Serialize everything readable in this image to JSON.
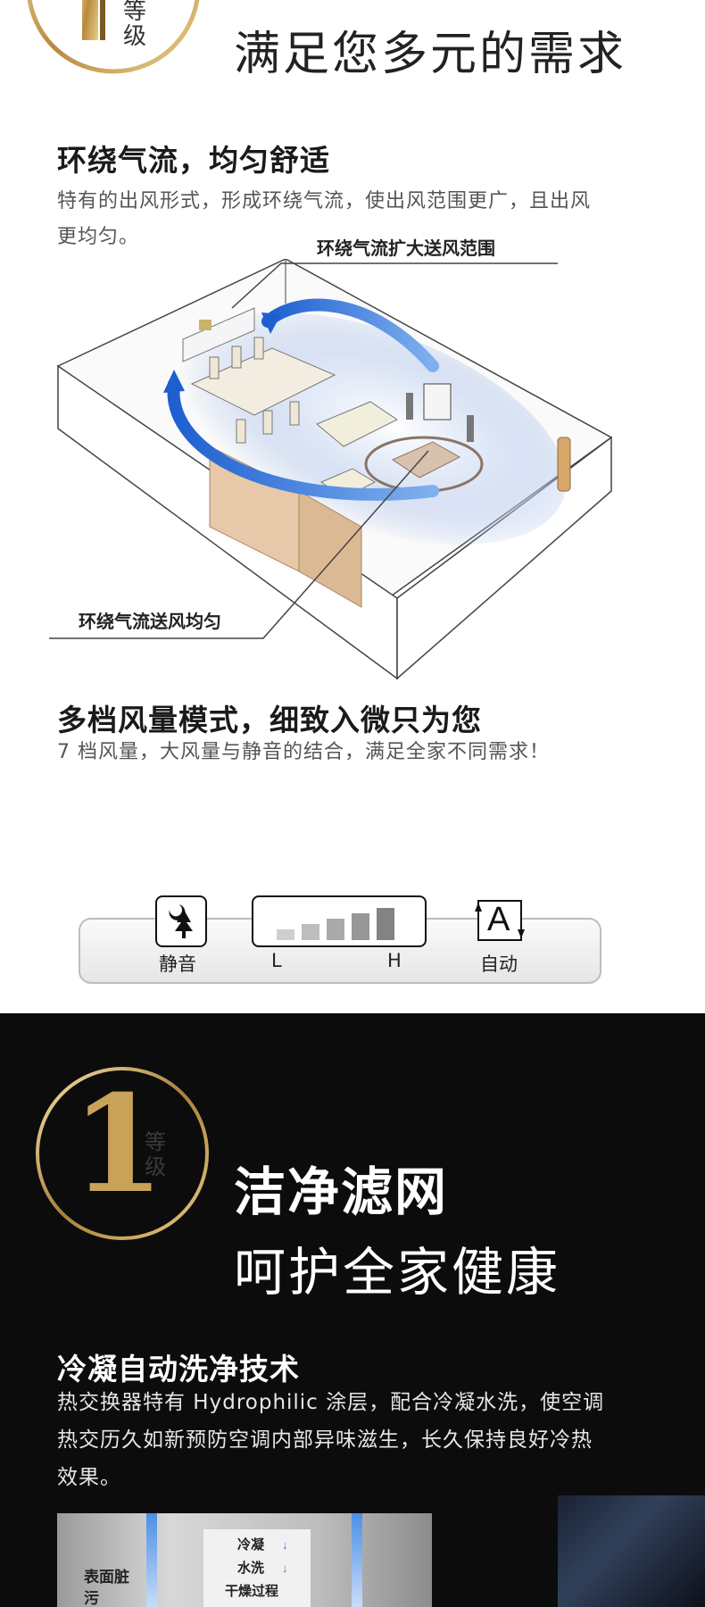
{
  "top": {
    "badge_chars": [
      "等",
      "级"
    ],
    "heading": "满足您多元的需求"
  },
  "section1": {
    "title": "环绕气流，均匀舒适",
    "desc_line1": "特有的出风形式，形成环绕气流，使出风范围更广，且出风",
    "desc_line2": "更均匀。",
    "callout_top": "环绕气流扩大送风范围",
    "callout_bottom": "环绕气流送风均匀"
  },
  "section2": {
    "title": "多档风量模式，细致入微只为您",
    "desc": "7 档风量，大风量与静音的结合，满足全家不同需求！",
    "modes": {
      "silent": "静音",
      "low": "L",
      "high": "H",
      "auto": "自动",
      "auto_icon_letter": "A"
    }
  },
  "dark": {
    "badge_number": "1",
    "badge_chars": "等级",
    "heading1": "洁净滤网",
    "heading2": "呵护全家健康",
    "title": "冷凝自动洗净技术",
    "desc": "热交换器特有 Hydrophilic 涂层，配合冷凝水洗，使空调热交历久如新预防空调内部异味滋生，长久保持良好冷热效果。",
    "diagram": {
      "left_label": "表面脏污",
      "step1": "冷凝",
      "step2": "水洗",
      "step3": "干燥过程"
    }
  },
  "colors": {
    "gold": "#c9a25a",
    "blue_arrow": "#2f6fd0",
    "dark_bg": "#0c0c0c"
  }
}
